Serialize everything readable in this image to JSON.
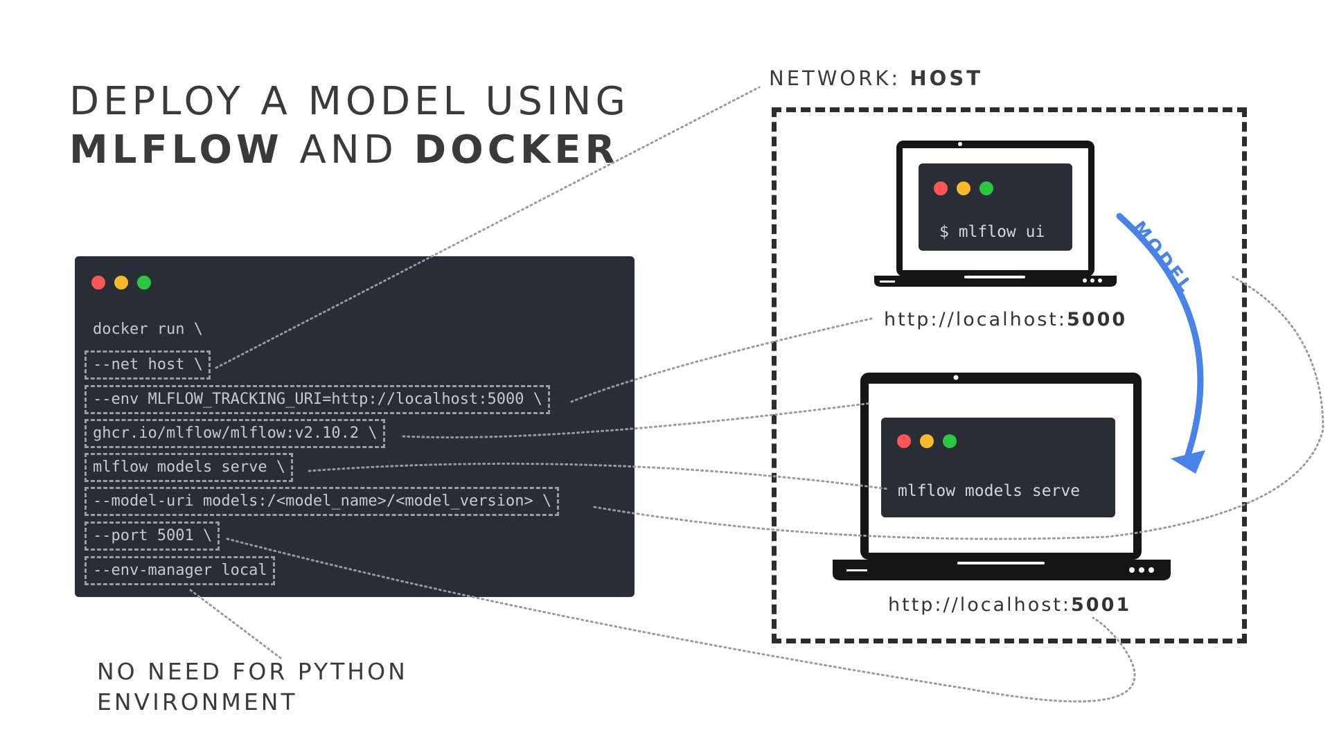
{
  "title": {
    "line1": "DEPLOY A MODEL USING",
    "bold1": "MLFLOW",
    "mid": " AND ",
    "bold2": "DOCKER"
  },
  "network": {
    "prefix": "NETWORK: ",
    "bold": "HOST"
  },
  "note": {
    "line1": "NO NEED FOR PYTHON",
    "line2": "ENVIRONMENT"
  },
  "terminal": {
    "lines": [
      "docker run \\",
      "--net host \\",
      "--env MLFLOW_TRACKING_URI=http://localhost:5000 \\",
      "ghcr.io/mlflow/mlflow:v2.10.2 \\",
      "mlflow models serve \\",
      "--model-uri models:/<model_name>/<model_version> \\",
      "--port 5001 \\",
      "--env-manager local"
    ]
  },
  "laptop_top": {
    "command": "$ mlflow ui",
    "url_prefix": "http://localhost:",
    "url_port": "5000"
  },
  "laptop_bottom": {
    "command": "mlflow models serve",
    "url_prefix": "http://localhost:",
    "url_port": "5001"
  },
  "arrow_label": "MODEL",
  "colors": {
    "accent": "#4a83e8",
    "terminal_bg": "#292d36",
    "red": "#fc5753",
    "yellow": "#f8b92b",
    "green": "#2dc841"
  }
}
